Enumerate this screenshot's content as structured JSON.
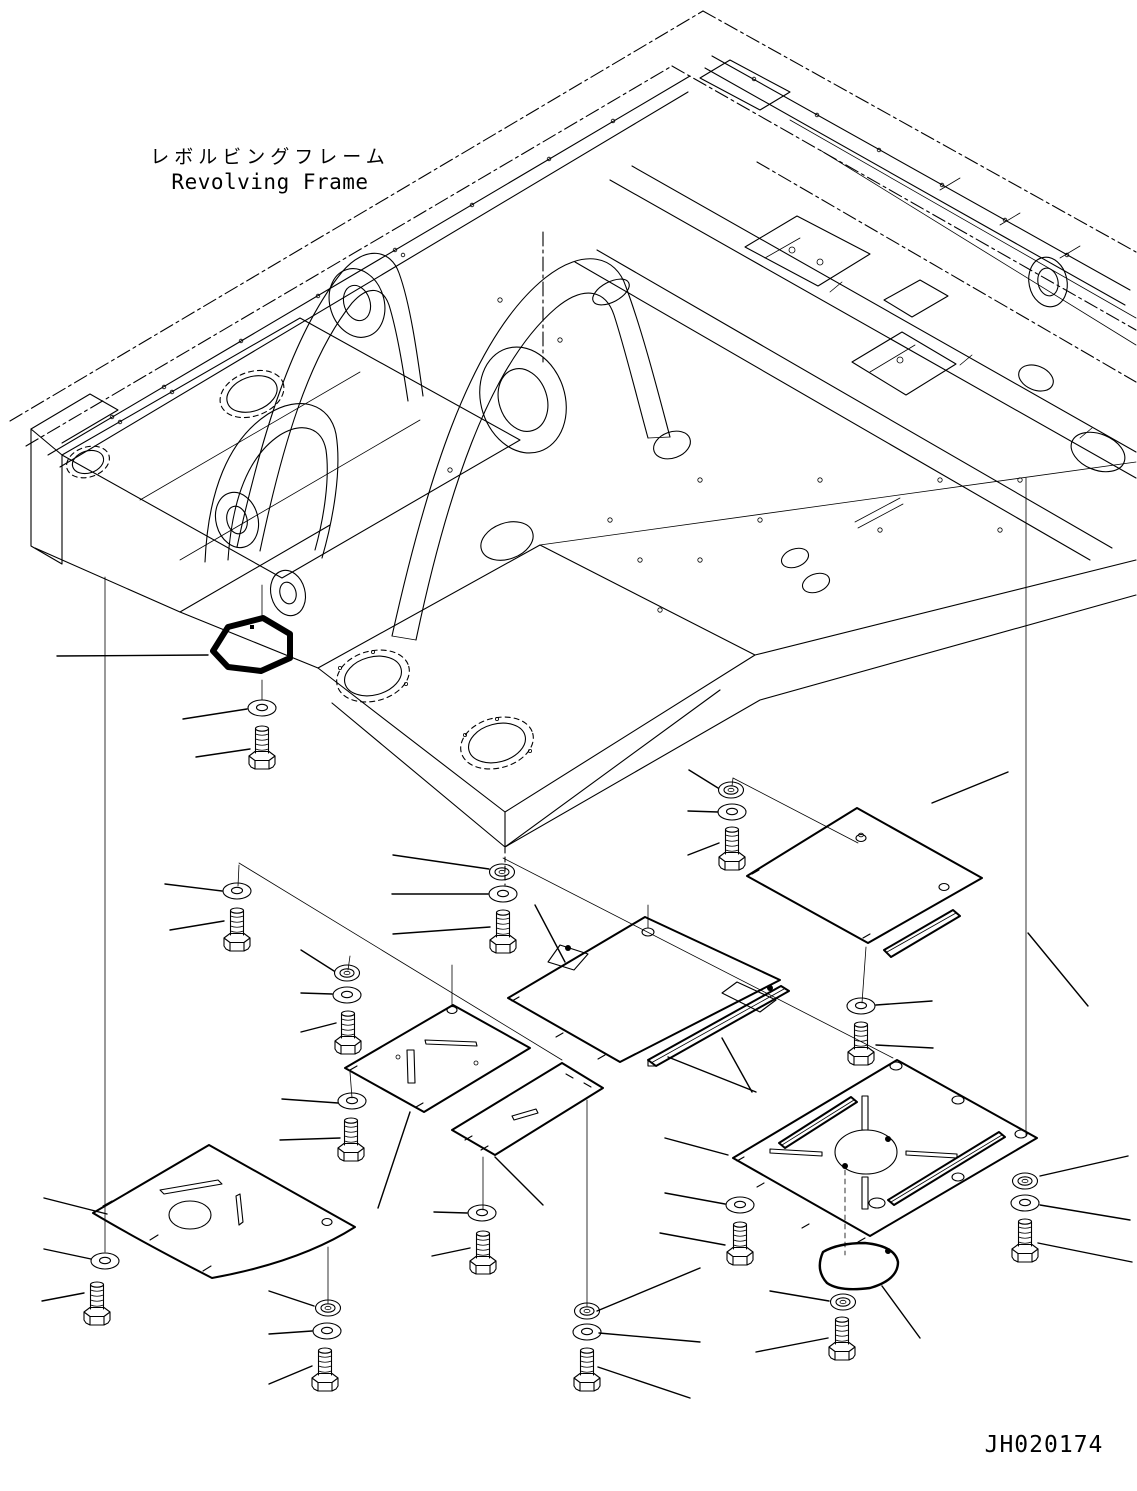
{
  "page": {
    "background_color": "#ffffff",
    "line_color": "#000000"
  },
  "header": {
    "title_jp": "レボルビングフレーム",
    "title_en": "Revolving Frame"
  },
  "footer": {
    "drawing_code": "JH020174"
  },
  "diagram": {
    "kind": "exploded-parts-view",
    "projection": "isometric-underside",
    "subject": "Revolving frame under covers and mounting hardware",
    "components": {
      "revolving_frame": 1,
      "under_cover_plates": 6,
      "cover_strips": 2,
      "seal_plate": 1,
      "oval_cover": 1,
      "hex_bolts": 14,
      "flat_washers": 13,
      "spring_washers": 7
    }
  }
}
